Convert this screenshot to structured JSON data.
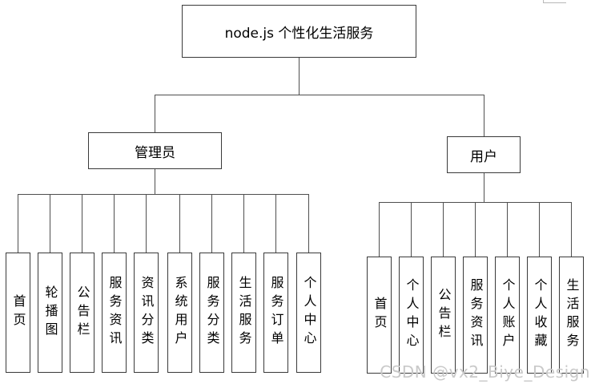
{
  "diagram": {
    "root": "node.js 个性化生活服务",
    "branches": [
      {
        "label": "管理员",
        "children": [
          "首页",
          "轮播图",
          "公告栏",
          "服务资讯",
          "资讯分类",
          "系统用户",
          "服务分类",
          "生活服务",
          "服务订单",
          "个人中心"
        ]
      },
      {
        "label": "用户",
        "children": [
          "首页",
          "个人中心",
          "公告栏",
          "服务资讯",
          "个人账户",
          "个人收藏",
          "生活服务"
        ]
      }
    ]
  },
  "watermark": "CSDN @vx2_Biye_Design",
  "colors": {
    "line": "#4f4f4f",
    "box_border": "#3a3a3a",
    "box_fill": "#ffffff",
    "text": "#000000",
    "watermark": "#c9c9c9"
  }
}
